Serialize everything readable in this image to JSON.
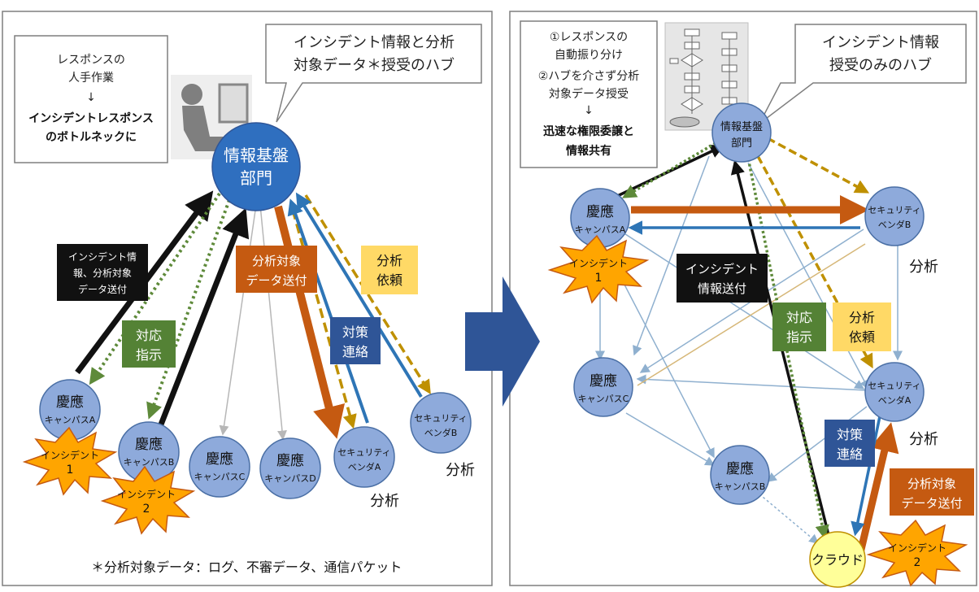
{
  "left": {
    "callout_hub": [
      "インシデント情報と分析",
      "対象データ＊授受のハブ"
    ],
    "callout_manual": [
      "レスポンスの",
      "人手作業",
      "↓",
      "インシデントレスポンス",
      "のボトルネックに"
    ],
    "hub": [
      "情報基盤",
      "部門"
    ],
    "labels": {
      "send": [
        "インシデント情",
        "報、分析対象",
        "データ送付"
      ],
      "instruct": [
        "対応",
        "指示"
      ],
      "analysis_data": [
        "分析対象",
        "データ送付"
      ],
      "analysis_request": [
        "分析",
        "依頼"
      ],
      "countermeasure": [
        "対策",
        "連絡"
      ],
      "analysis_a": "分析",
      "analysis_b": "分析"
    },
    "nodes": {
      "a": [
        "慶應",
        "キャンパスA"
      ],
      "b": [
        "慶應",
        "キャンパスB"
      ],
      "c": [
        "慶應",
        "キャンパスC"
      ],
      "d": [
        "慶應",
        "キャンパスD"
      ],
      "va": [
        "セキュリティ",
        "ベンダA"
      ],
      "vb": [
        "セキュリティ",
        "ベンダB"
      ]
    },
    "incidents": [
      [
        "インシデント",
        "1"
      ],
      [
        "インシデント",
        "2"
      ]
    ],
    "footnote": "＊分析対象データ：ログ、不審データ、通信パケット"
  },
  "right": {
    "callout_auto": [
      "①レスポンスの",
      "自動振り分け",
      "②ハブを介さず分析",
      "対象データ授受",
      "↓",
      "迅速な権限委譲と",
      "情報共有"
    ],
    "callout_hub": [
      "インシデント情報",
      "授受のみのハブ"
    ],
    "hub": [
      "情報基盤",
      "部門"
    ],
    "cloud": "クラウド",
    "labels": {
      "send": [
        "インシデント",
        "情報送付"
      ],
      "instruct": [
        "対応",
        "指示"
      ],
      "analysis_request": [
        "分析",
        "依頼"
      ],
      "countermeasure": [
        "対策",
        "連絡"
      ],
      "analysis_data": [
        "分析対象",
        "データ送付"
      ],
      "analysis_b": "分析",
      "analysis_a": "分析"
    },
    "nodes": {
      "a": [
        "慶應",
        "キャンパスA"
      ],
      "b": [
        "慶應",
        "キャンパスB"
      ],
      "c": [
        "慶應",
        "キャンパスC"
      ],
      "va": [
        "セキュリティ",
        "ベンダA"
      ],
      "vb": [
        "セキュリティ",
        "ベンダB"
      ]
    },
    "incidents": [
      [
        "インシデント",
        "1"
      ],
      [
        "インシデント",
        "2"
      ]
    ]
  },
  "colors": {
    "node": "#8eaadb",
    "node_edge": "#4a6fa5",
    "hub": "#2f6fbf",
    "black": "#111111",
    "green": "#5e8a3a",
    "orange": "#c55a11",
    "blue": "#2e75b6",
    "gold": "#bf9000",
    "gray": "#b7b7b7",
    "thin": "#8fb0cf",
    "yellow_box": "#ffd966",
    "green_box": "#548235",
    "orange_box": "#c55a11",
    "blue_box": "#2f5597",
    "burst": "#ffa500",
    "cloud": "#ffff99"
  }
}
